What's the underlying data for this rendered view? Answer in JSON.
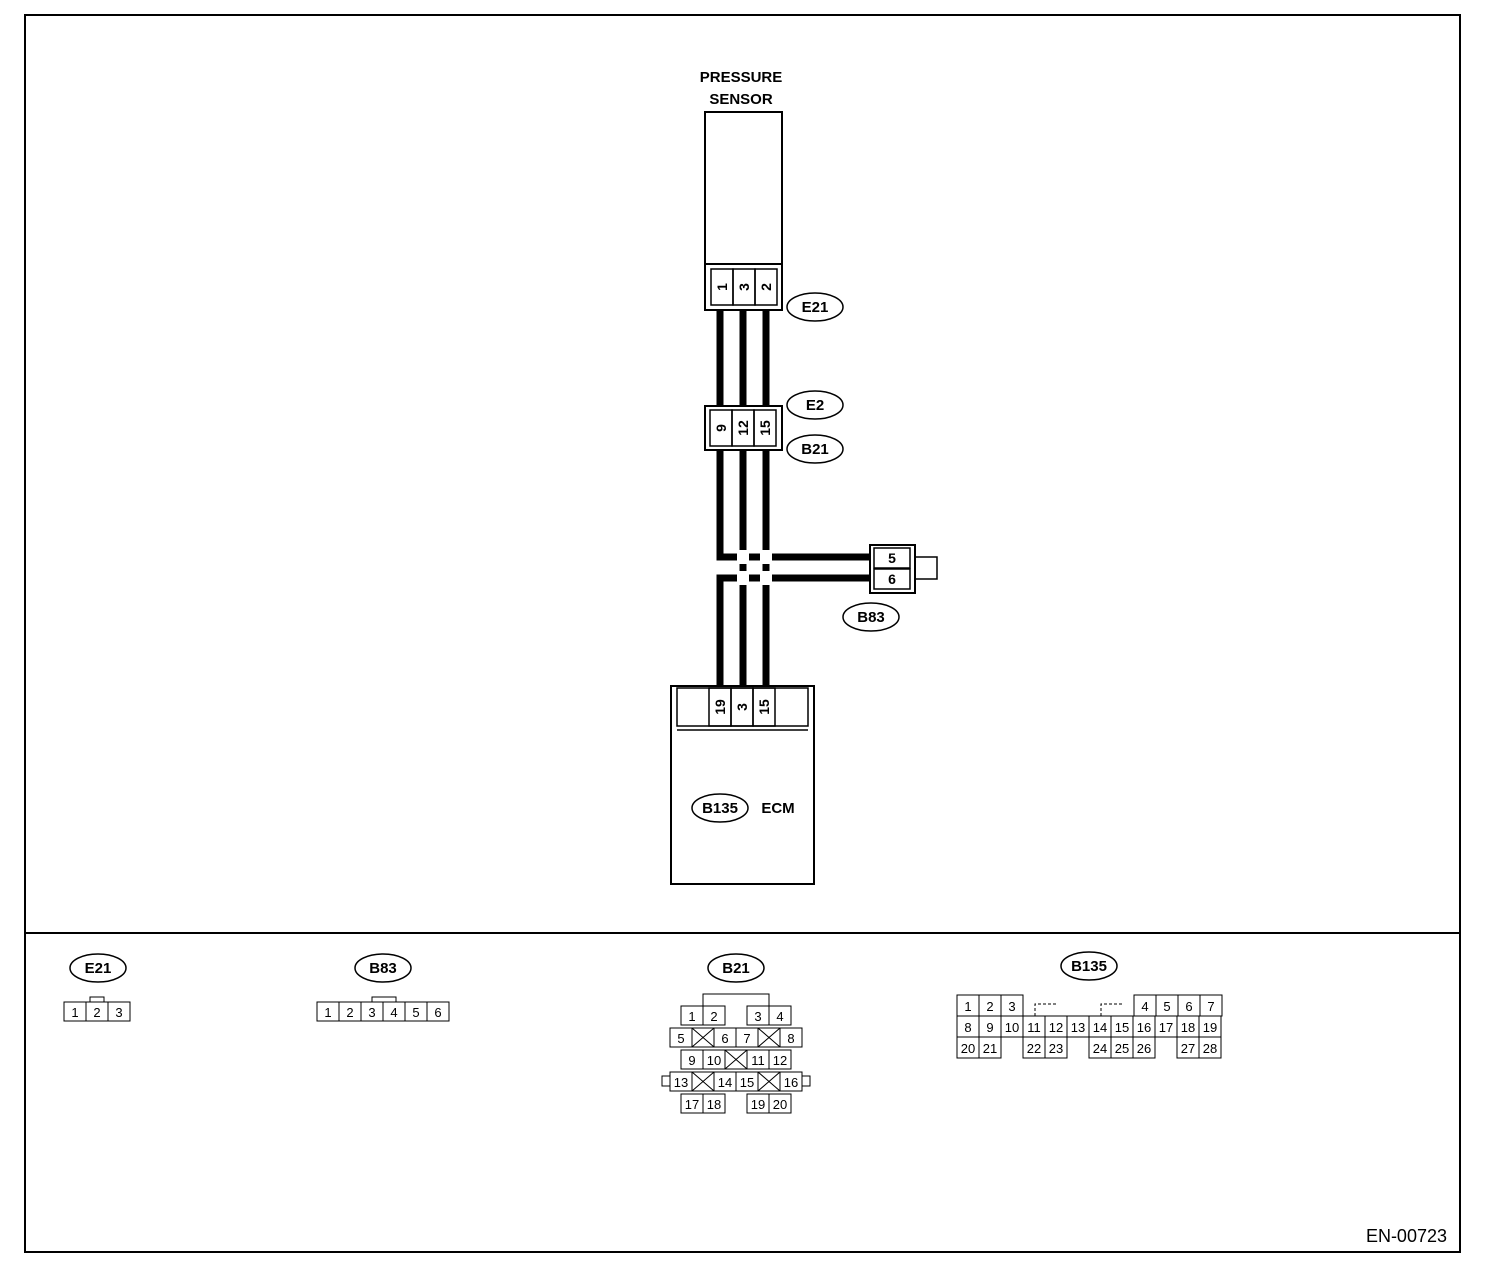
{
  "sensor": {
    "label_line1": "PRESSURE",
    "label_line2": "SENSOR"
  },
  "ecm": {
    "label": "ECM",
    "connector": "B135",
    "pins": [
      "19",
      "3",
      "15"
    ]
  },
  "e21": {
    "label": "E21",
    "pins": [
      "1",
      "3",
      "2"
    ]
  },
  "e2b21": {
    "label_top": "E2",
    "label_bottom": "B21",
    "pins": [
      "9",
      "12",
      "15"
    ]
  },
  "b83": {
    "label": "B83",
    "pins": [
      "5",
      "6"
    ]
  },
  "views": {
    "e21": {
      "label": "E21",
      "pins": [
        "1",
        "2",
        "3"
      ]
    },
    "b83": {
      "label": "B83",
      "pins": [
        "1",
        "2",
        "3",
        "4",
        "5",
        "6"
      ]
    },
    "b21": {
      "label": "B21",
      "pins": [
        "1",
        "2",
        "3",
        "4",
        "5",
        "6",
        "7",
        "8",
        "9",
        "10",
        "11",
        "12",
        "13",
        "14",
        "15",
        "16",
        "17",
        "18",
        "19",
        "20"
      ]
    },
    "b135": {
      "label": "B135",
      "pins": [
        "1",
        "2",
        "3",
        "4",
        "5",
        "6",
        "7",
        "8",
        "9",
        "10",
        "11",
        "12",
        "13",
        "14",
        "15",
        "16",
        "17",
        "18",
        "19",
        "20",
        "21",
        "22",
        "23",
        "24",
        "25",
        "26",
        "27",
        "28"
      ]
    }
  },
  "doc_code": "EN-00723"
}
